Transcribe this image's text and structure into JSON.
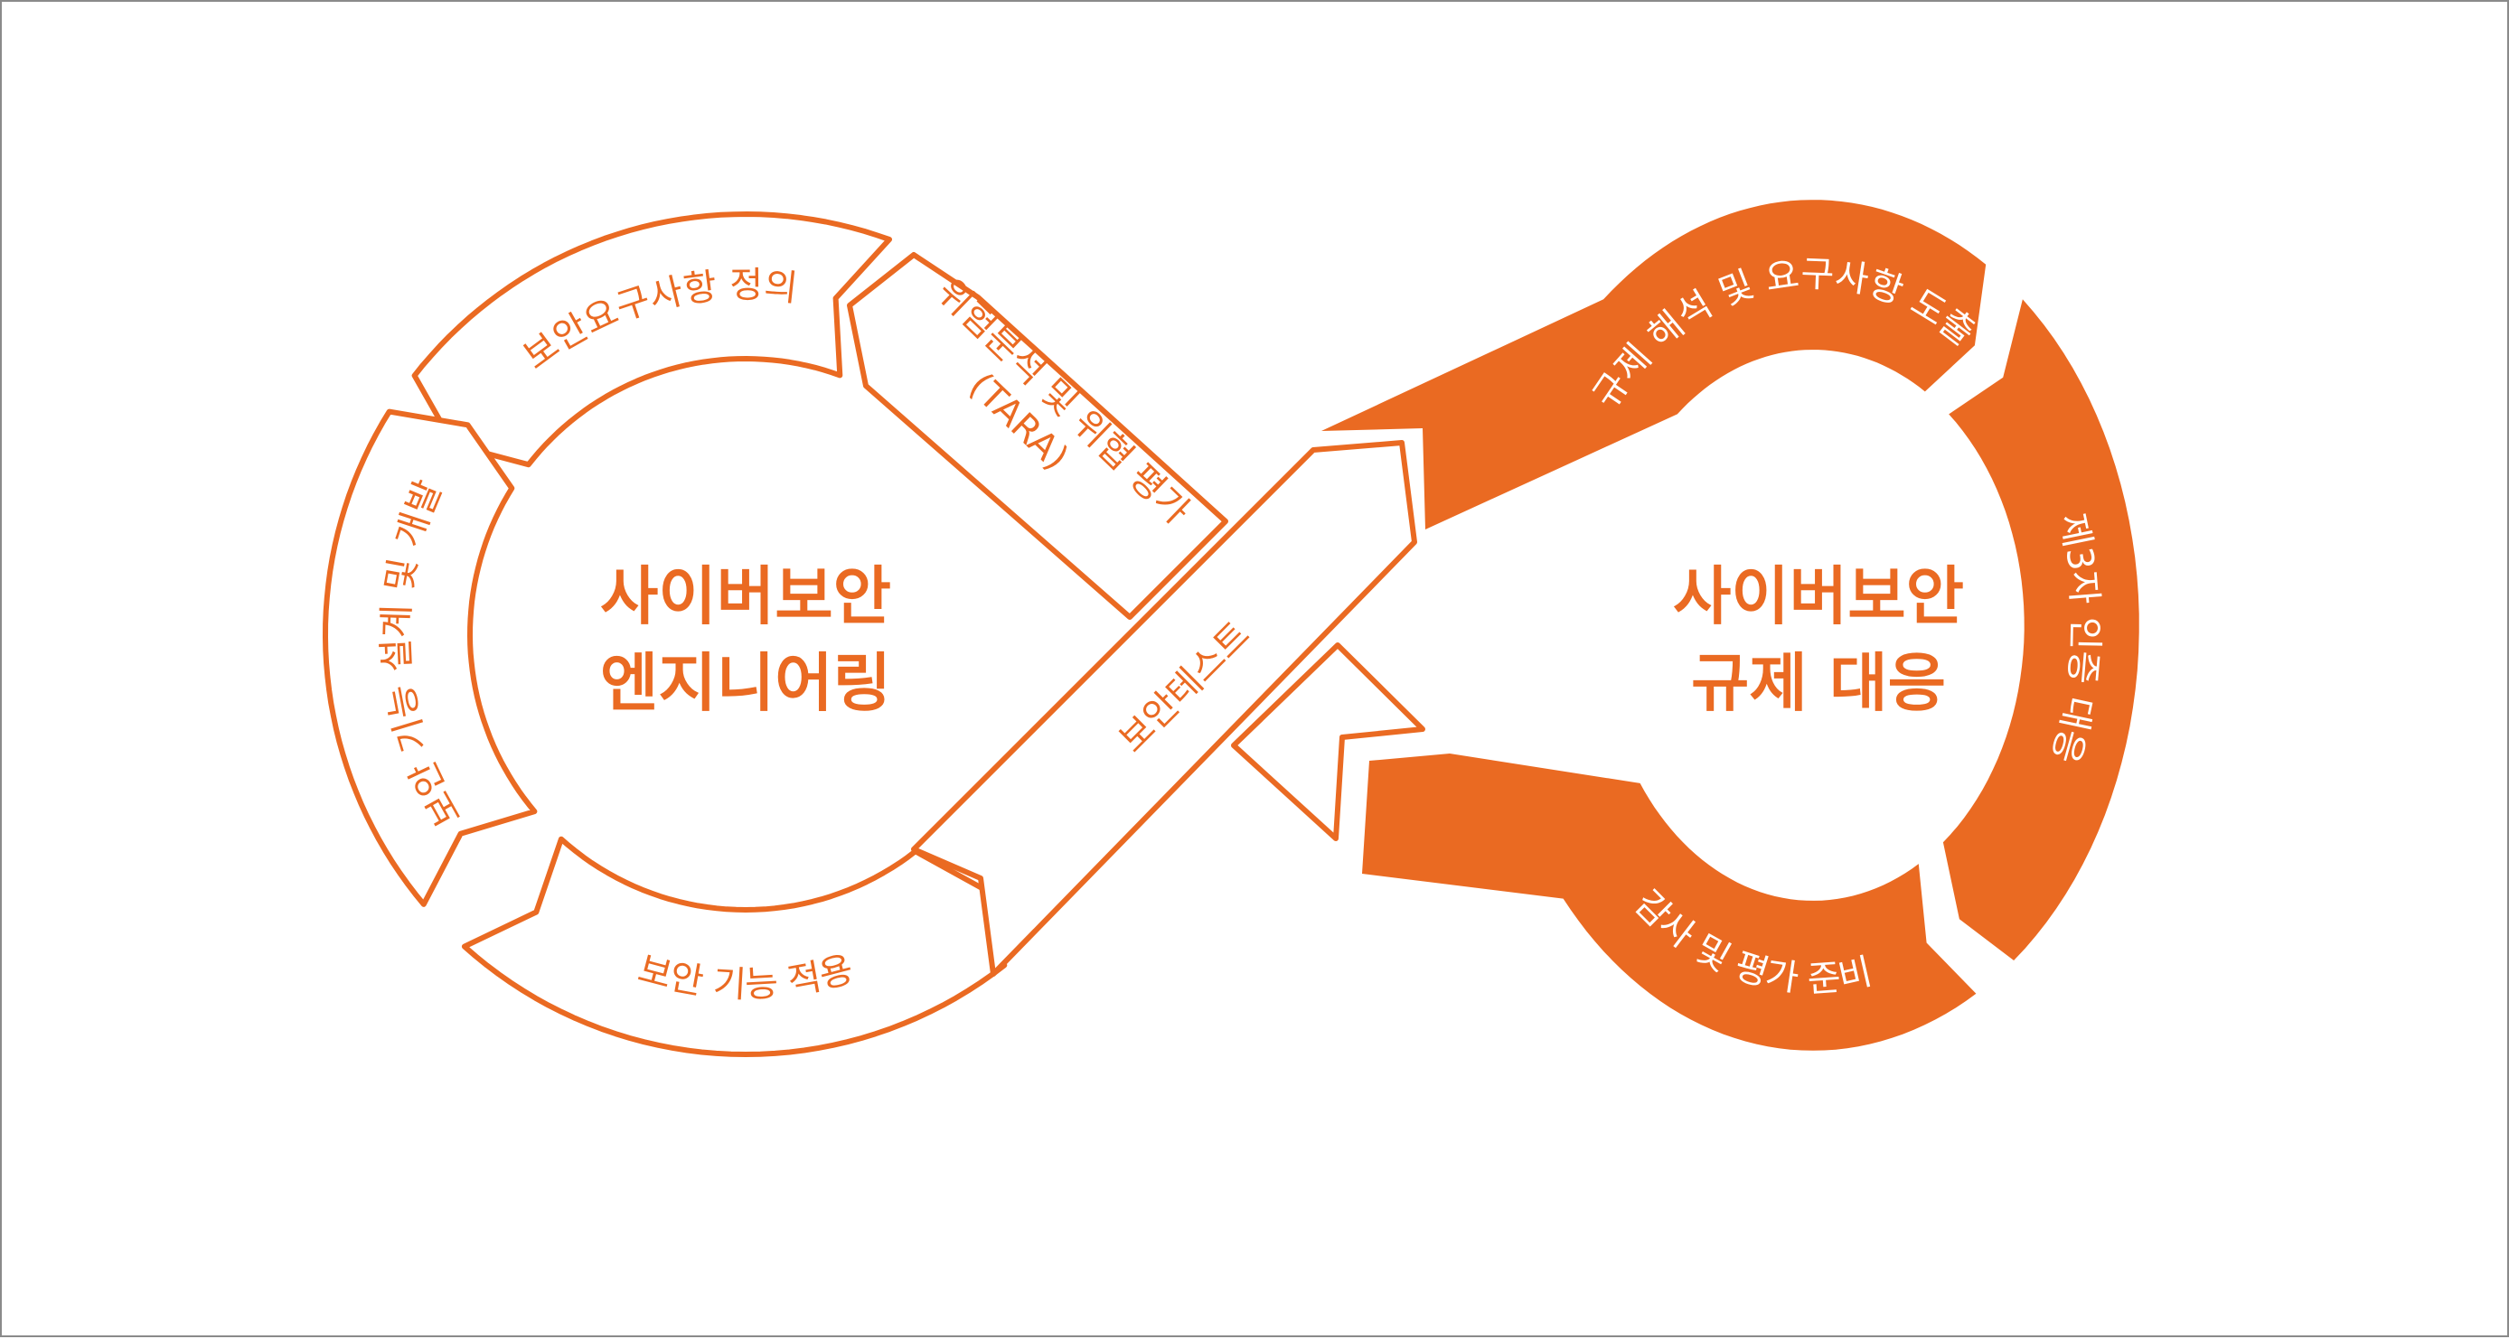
{
  "colors": {
    "accent": "#EA6A22",
    "background": "#ffffff",
    "text_on_accent": "#ffffff"
  },
  "engineering": {
    "title_line1": "사이버보안",
    "title_line2": "엔지니어링",
    "steps": {
      "requirements": "보안요구사항 정의",
      "tara_line1": "위험분석 및 위협 평가",
      "tara_line2": "(TARA)",
      "design": "보안 기능 설계 및 개발",
      "apply": "보안 기능 적용",
      "test": "보안테스트"
    }
  },
  "compliance": {
    "title_line1": "사이버보안",
    "title_line2": "규제 대응",
    "steps": {
      "interpretation": "규제 해석 및 요구사항 도출",
      "certification": "제3자 인증 대응",
      "audit": "감사 및 평가 준비"
    }
  }
}
